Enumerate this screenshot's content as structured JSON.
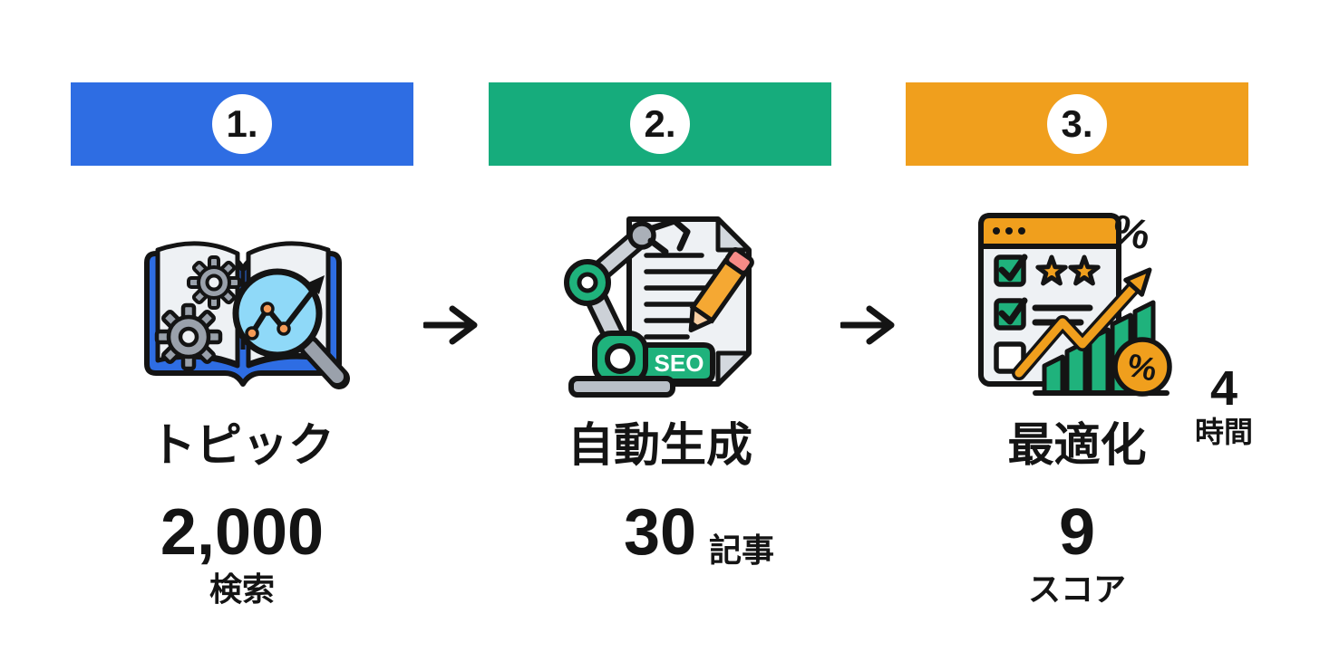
{
  "steps": [
    {
      "number": "1.",
      "banner_color": "#2e6de3",
      "icon": "book-analytics-icon",
      "title": "トピック",
      "value": "2,000",
      "unit": "検索"
    },
    {
      "number": "2.",
      "banner_color": "#16ac7c",
      "icon": "robot-writing-icon",
      "title": "自動生成",
      "value": "30",
      "unit": "記事"
    },
    {
      "number": "3.",
      "banner_color": "#f09f1d",
      "icon": "seo-score-icon",
      "title": "最適化",
      "value": "9",
      "unit": "スコア",
      "side_value": "4",
      "side_unit": "時間"
    }
  ],
  "icons": {
    "seo_tag_label": "SEO",
    "flow_arrow": "right-arrow"
  },
  "colors": {
    "blue": "#2e6de3",
    "green": "#1fb27c",
    "orange": "#f09f1d",
    "lens": "#8fd9f8",
    "gray": "#9aa1ab",
    "lightgray": "#ccd1d7",
    "page": "#eef1f4",
    "ink": "#141414"
  }
}
